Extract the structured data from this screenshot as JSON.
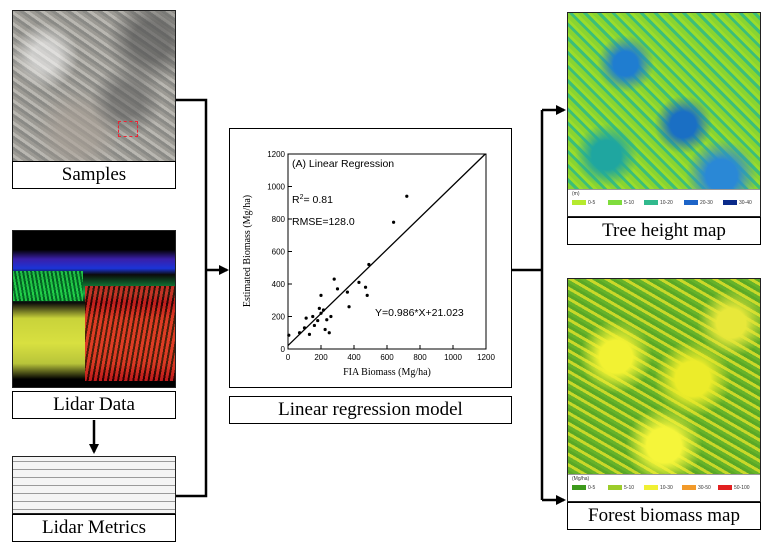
{
  "labels": {
    "samples": "Samples",
    "lidar_data": "Lidar Data",
    "lidar_metrics": "Lidar Metrics",
    "model": "Linear regression model",
    "tree_height_map": "Tree height map",
    "forest_biomass_map": "Forest biomass map"
  },
  "tree_height_legend": {
    "unit": "(m)",
    "classes": [
      {
        "label": "0-5",
        "color": "#b6ea2e"
      },
      {
        "label": "5-10",
        "color": "#7fdc3c"
      },
      {
        "label": "10-20",
        "color": "#31b98d"
      },
      {
        "label": "20-30",
        "color": "#1d64c8"
      },
      {
        "label": "30-40",
        "color": "#0a2a8a"
      }
    ]
  },
  "biomass_legend": {
    "unit": "(Mg/ha)",
    "classes": [
      {
        "label": "0-5",
        "color": "#3d9a1c"
      },
      {
        "label": "5-10",
        "color": "#9ccc2a"
      },
      {
        "label": "10-30",
        "color": "#f0f033"
      },
      {
        "label": "30-50",
        "color": "#f29a2a"
      },
      {
        "label": "50-100",
        "color": "#e22020"
      }
    ]
  },
  "chart_data": {
    "type": "scatter",
    "title": "(A) Linear Regression",
    "xlabel": "FIA Biomass (Mg/ha)",
    "ylabel": "Estimated Biomass (Mg/ha)",
    "xlim": [
      0,
      1200
    ],
    "ylim": [
      0,
      1200
    ],
    "xticks": [
      0,
      200,
      400,
      600,
      800,
      1000,
      1200
    ],
    "yticks": [
      0,
      200,
      400,
      600,
      800,
      1000,
      1200
    ],
    "r2_prefix": "R",
    "r2_sup": "2",
    "r2_value": "= 0.81",
    "rmse_label": "RMSE=128.0",
    "equation": "Y=0.986*X+21.023",
    "fit": {
      "slope": 0.986,
      "intercept": 21.023
    },
    "points": [
      [
        5,
        85
      ],
      [
        70,
        100
      ],
      [
        100,
        130
      ],
      [
        110,
        190
      ],
      [
        130,
        90
      ],
      [
        150,
        200
      ],
      [
        160,
        145
      ],
      [
        180,
        175
      ],
      [
        190,
        250
      ],
      [
        200,
        220
      ],
      [
        200,
        330
      ],
      [
        215,
        240
      ],
      [
        225,
        120
      ],
      [
        235,
        180
      ],
      [
        250,
        100
      ],
      [
        260,
        200
      ],
      [
        280,
        430
      ],
      [
        300,
        370
      ],
      [
        360,
        350
      ],
      [
        370,
        260
      ],
      [
        430,
        410
      ],
      [
        470,
        380
      ],
      [
        480,
        330
      ],
      [
        490,
        520
      ],
      [
        640,
        780
      ],
      [
        720,
        940
      ]
    ]
  }
}
